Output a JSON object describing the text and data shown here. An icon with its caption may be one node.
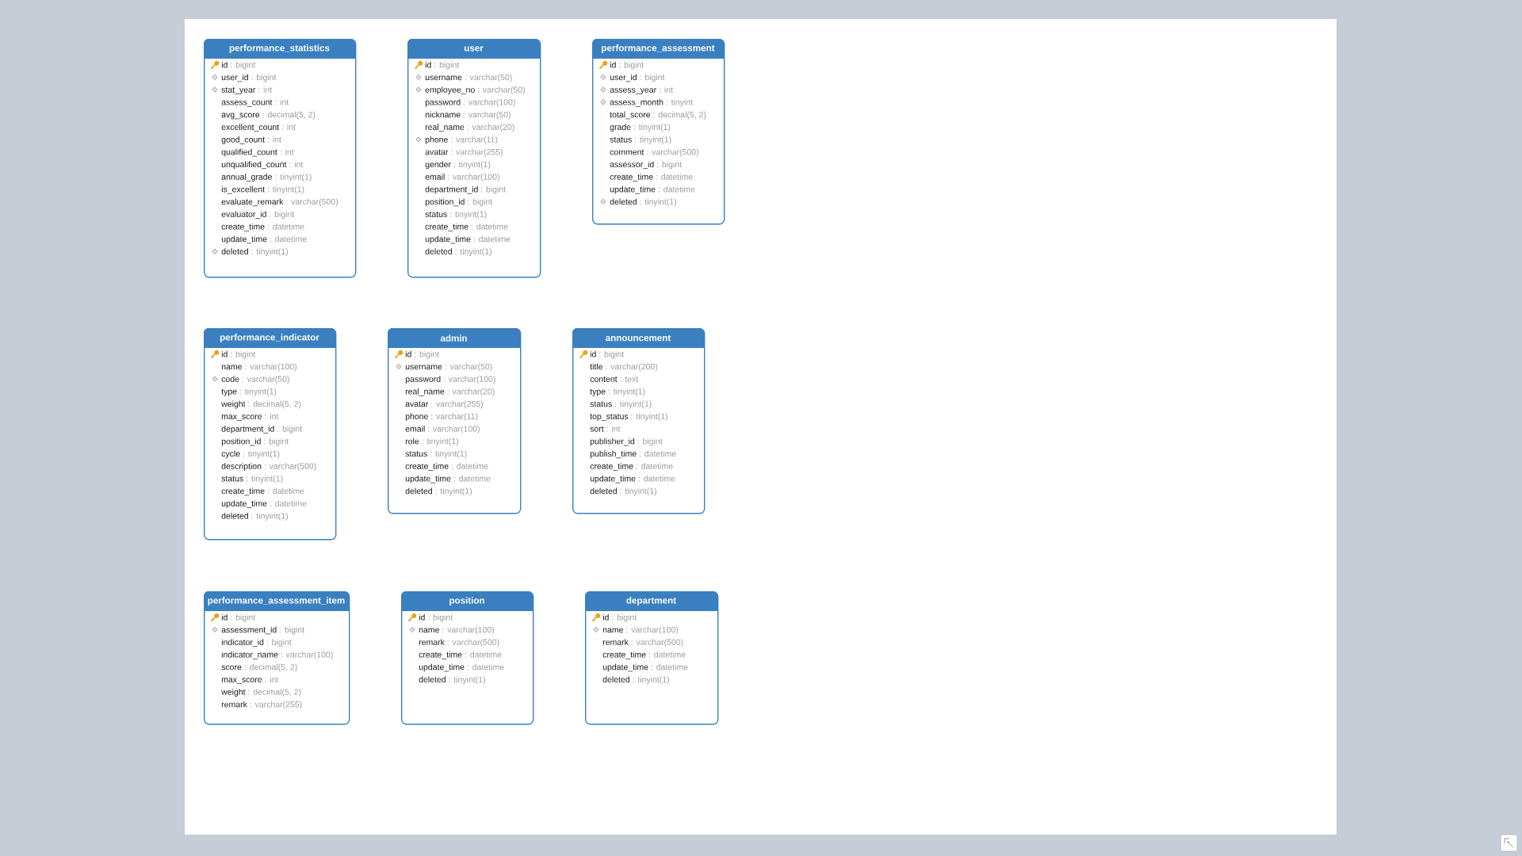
{
  "diagram": {
    "nodes": [
      {
        "text": [
          "performance_statistics",
          "id : bigint",
          "user_id : bigint",
          "stat_year : int",
          "assess_count : int",
          "avg_score : decimal(5, 2)",
          "excellent_count : int",
          "good_count : int",
          "qualified_count : int",
          "unqualified_count : int",
          "annual_grade : tinyint(1)",
          "is_excellent : tinyint(1)",
          "evaluate_remark : varchar(500)",
          "evaluator_id : bigint",
          "create_time : datetime",
          "update_time : datetime",
          "deleted : tinyint(1)"
        ]
      },
      {
        "text": [
          "user",
          "id : bigint",
          "username : varchar(50)",
          "employee_no : varchar(50)",
          "password : varchar(100)",
          "nickname : varchar(50)",
          "real_name : varchar(20)",
          "phone : varchar(11)",
          "avatar : varchar(255)",
          "gender : tinyint(1)",
          "email : varchar(100)",
          "department_id : bigint",
          "position_id : bigint",
          "status : tinyint(1)",
          "create_time : datetime",
          "update_time : datetime",
          "deleted : tinyint(1)"
        ]
      },
      {
        "text": [
          "performance_assessment",
          "id : bigint",
          "user_id : bigint",
          "assess_year : int",
          "assess_month : tinyint",
          "total_score : decimal(5, 2)",
          "grade : tinyint(1)",
          "status : tinyint(1)",
          "comment : varchar(500)",
          "assessor_id : bigint",
          "create_time : datetime",
          "update_time : datetime",
          "deleted : tinyint(1)"
        ]
      },
      {
        "text": [
          "performance_indicator",
          "id : bigint",
          "name : varchar(100)",
          "code : varchar(50)",
          "type : tinyint(1)",
          "weight : decimal(5, 2)",
          "max_score : int",
          "department_id : bigint",
          "position_id : bigint",
          "cycle : tinyint(1)",
          "description : varchar(500)",
          "status : tinyint(1)",
          "create_time : datetime",
          "update_time : datetime",
          "deleted : tinyint(1)"
        ]
      },
      {
        "text": [
          "admin",
          "id : bigint",
          "username : varchar(50)",
          "password : varchar(100)",
          "real_name : varchar(20)",
          "avatar : varchar(255)",
          "phone : varchar(11)",
          "email : varchar(100)",
          "role : tinyint(1)",
          "status : tinyint(1)",
          "create_time : datetime",
          "update_time : datetime",
          "deleted : tinyint(1)"
        ]
      },
      {
        "text": [
          "announcement",
          "id : bigint",
          "title : varchar(200)",
          "content : text",
          "type : tinyint(1)",
          "status : tinyint(1)",
          "top_status : tinyint(1)",
          "sort : int",
          "publisher_id : bigint",
          "publish_time : datetime",
          "create_time : datetime",
          "update_time : datetime",
          "deleted : tinyint(1)"
        ]
      },
      {
        "text": [
          "performance_assessment_item",
          "id : bigint",
          "assessment_id : bigint",
          "indicator_id : bigint",
          "indicator_name : varchar(100)",
          "score : decimal(5, 2)",
          "max_score : int",
          "weight : decimal(5, 2)",
          "remark : varchar(255)"
        ]
      },
      {
        "text": [
          "position",
          "id : bigint",
          "name : varchar(100)",
          "remark : varchar(500)",
          "create_time : datetime",
          "update_time : datetime",
          "deleted : tinyint(1)"
        ]
      },
      {
        "text": [
          "department",
          "id : bigint",
          "name : varchar(100)",
          "remark : varchar(500)",
          "create_time : datetime",
          "update_time : datetime",
          "deleted : tinyint(1)"
        ]
      }
    ]
  }
}
